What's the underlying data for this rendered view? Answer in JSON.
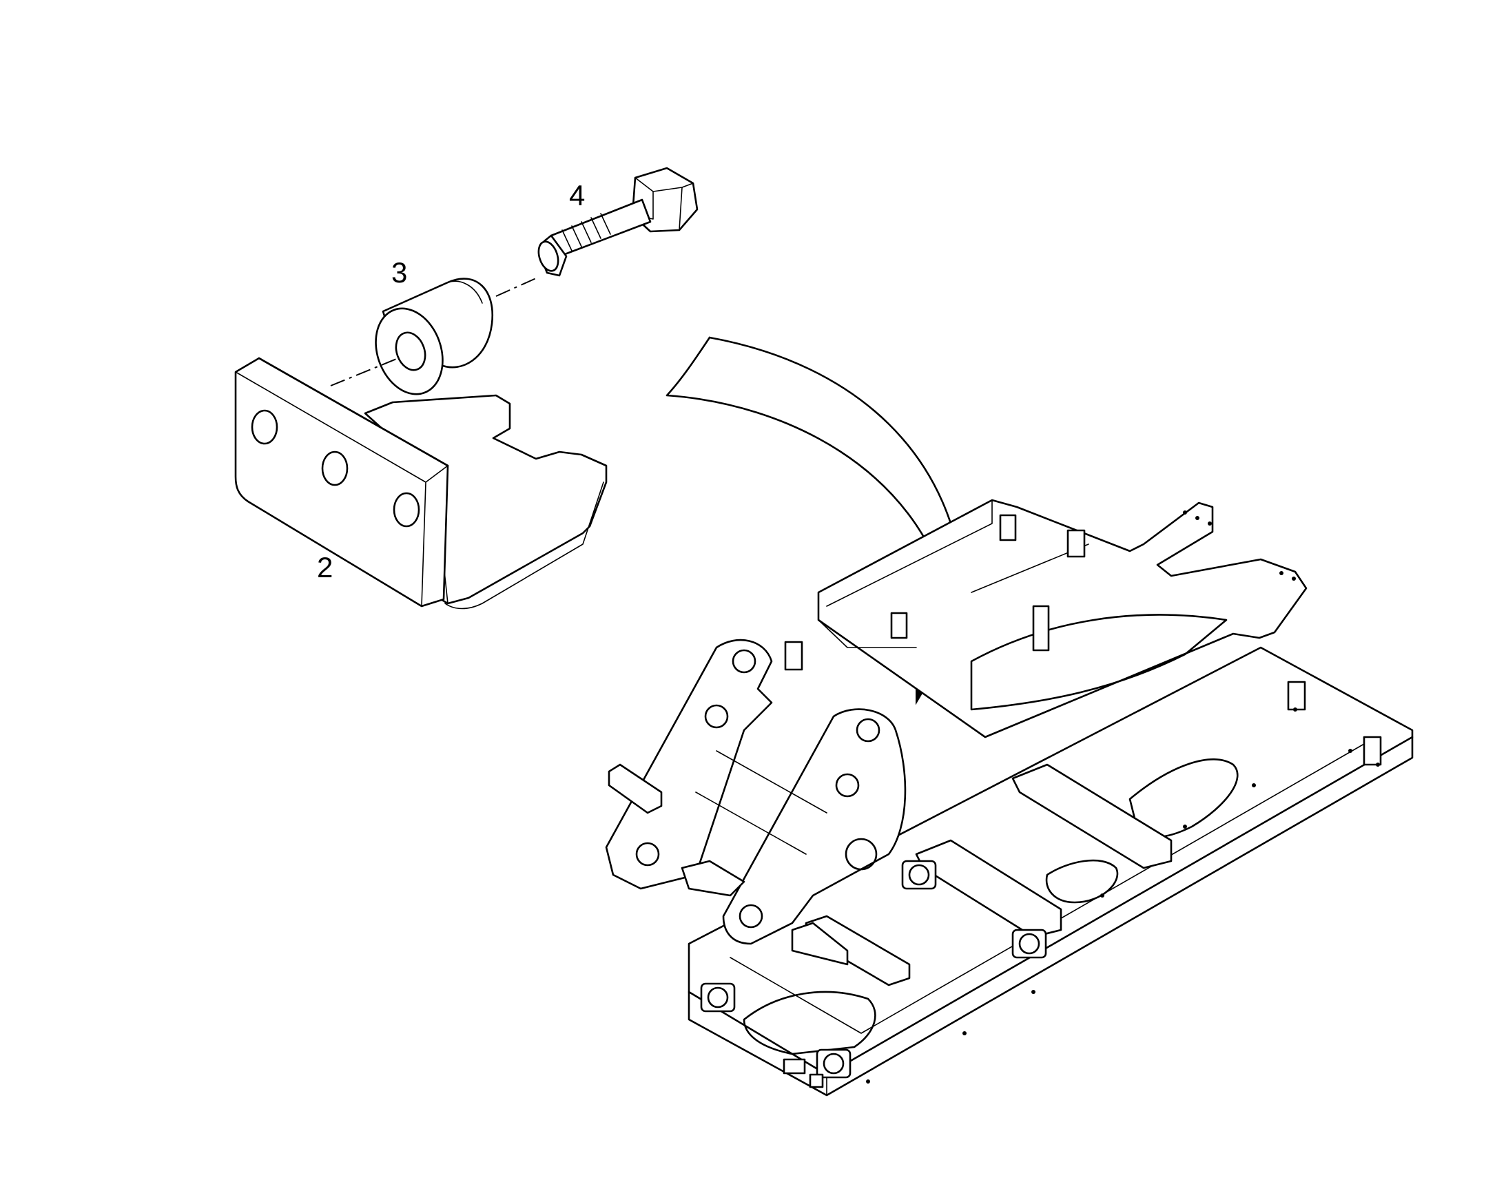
{
  "diagram": {
    "callouts": [
      {
        "id": "bracket",
        "label": "2"
      },
      {
        "id": "bushing",
        "label": "3"
      },
      {
        "id": "bolt",
        "label": "4"
      }
    ],
    "parts": {
      "bracket": {
        "icon": "bracket-plate-icon"
      },
      "bushing": {
        "icon": "cylindrical-bushing-icon"
      },
      "bolt": {
        "icon": "hex-bolt-icon"
      },
      "frame": {
        "icon": "undercarriage-frame-icon"
      },
      "arrow": {
        "icon": "curved-arrow-icon"
      }
    },
    "line_color": "#000000",
    "background_color": "#ffffff"
  }
}
